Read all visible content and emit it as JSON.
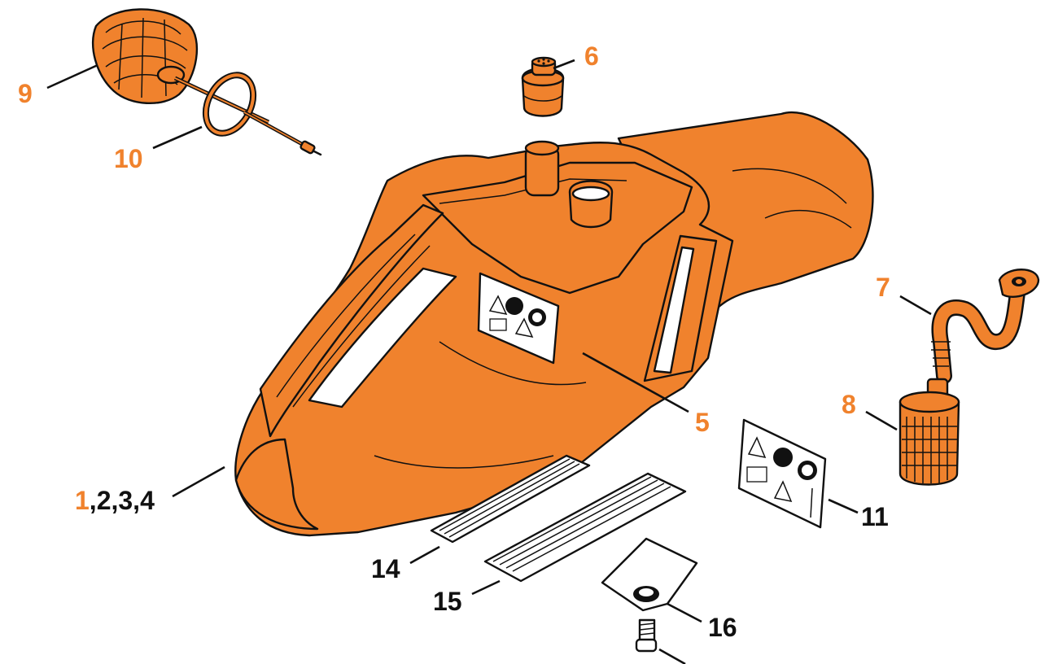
{
  "colors": {
    "part_orange": "#F0822D",
    "label_orange": "#F0822D",
    "label_black": "#111111",
    "outline": "#111111"
  },
  "callouts": {
    "c9": "9",
    "c10": "10",
    "c6": "6",
    "c7": "7",
    "c8": "8",
    "c5": "5",
    "c11": "11",
    "c1_first": "1",
    "c1_rest": ",2,3,4",
    "c14": "14",
    "c15": "15",
    "c16": "16"
  }
}
